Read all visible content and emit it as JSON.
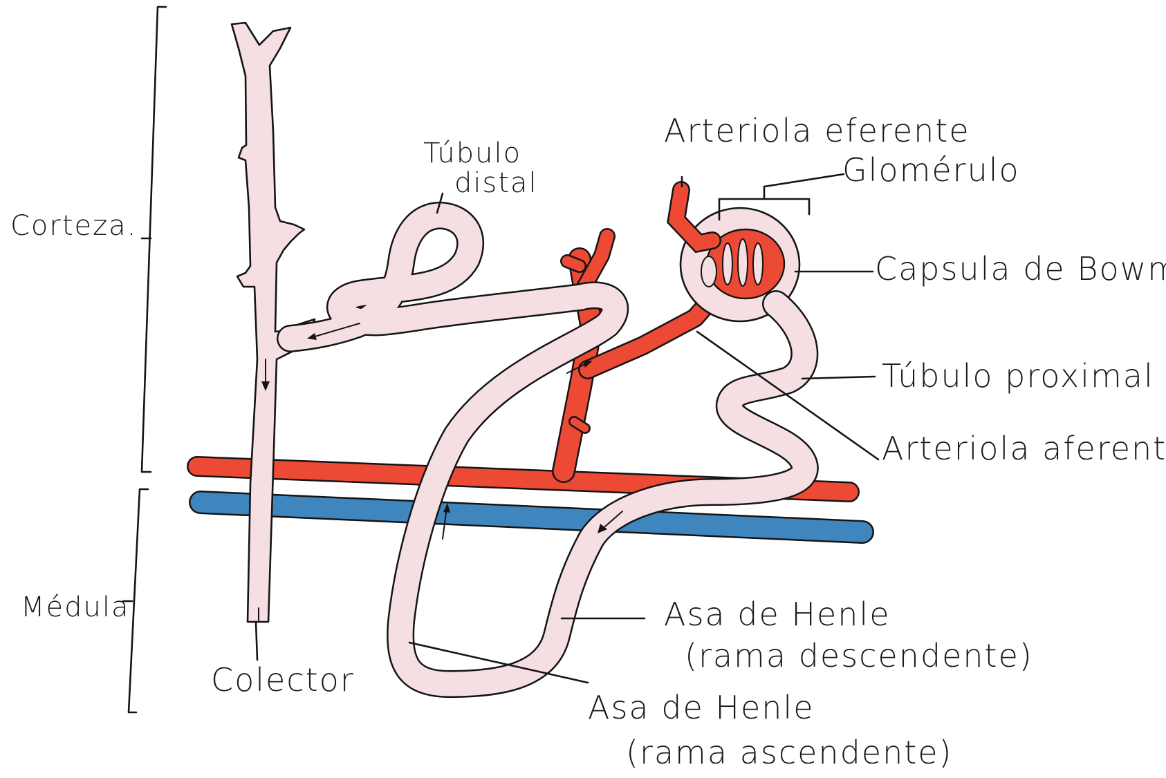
{
  "zones": {
    "cortex": "Corteza.",
    "medulla": "Médula"
  },
  "labels": {
    "collector": "Colector",
    "distal_tubule": [
      "Túbulo",
      "distal"
    ],
    "efferent_arteriole": "Arteriola eferente",
    "glomerulus": "Glomérulo",
    "bowman_capsule": "Capsula de Bowman",
    "proximal_tubule": "Túbulo proximal",
    "afferent_arteriole": "Arteriola aferente",
    "henle_descending": [
      "Asa de Henle",
      "(rama descendente)"
    ],
    "henle_ascending": [
      "Asa de Henle",
      "(rama ascendente)"
    ]
  },
  "colors": {
    "tubule_fill": "#f6dfe3",
    "artery_fill": "#ec4a35",
    "vein_fill": "#3f86bf",
    "ink": "#141414"
  }
}
